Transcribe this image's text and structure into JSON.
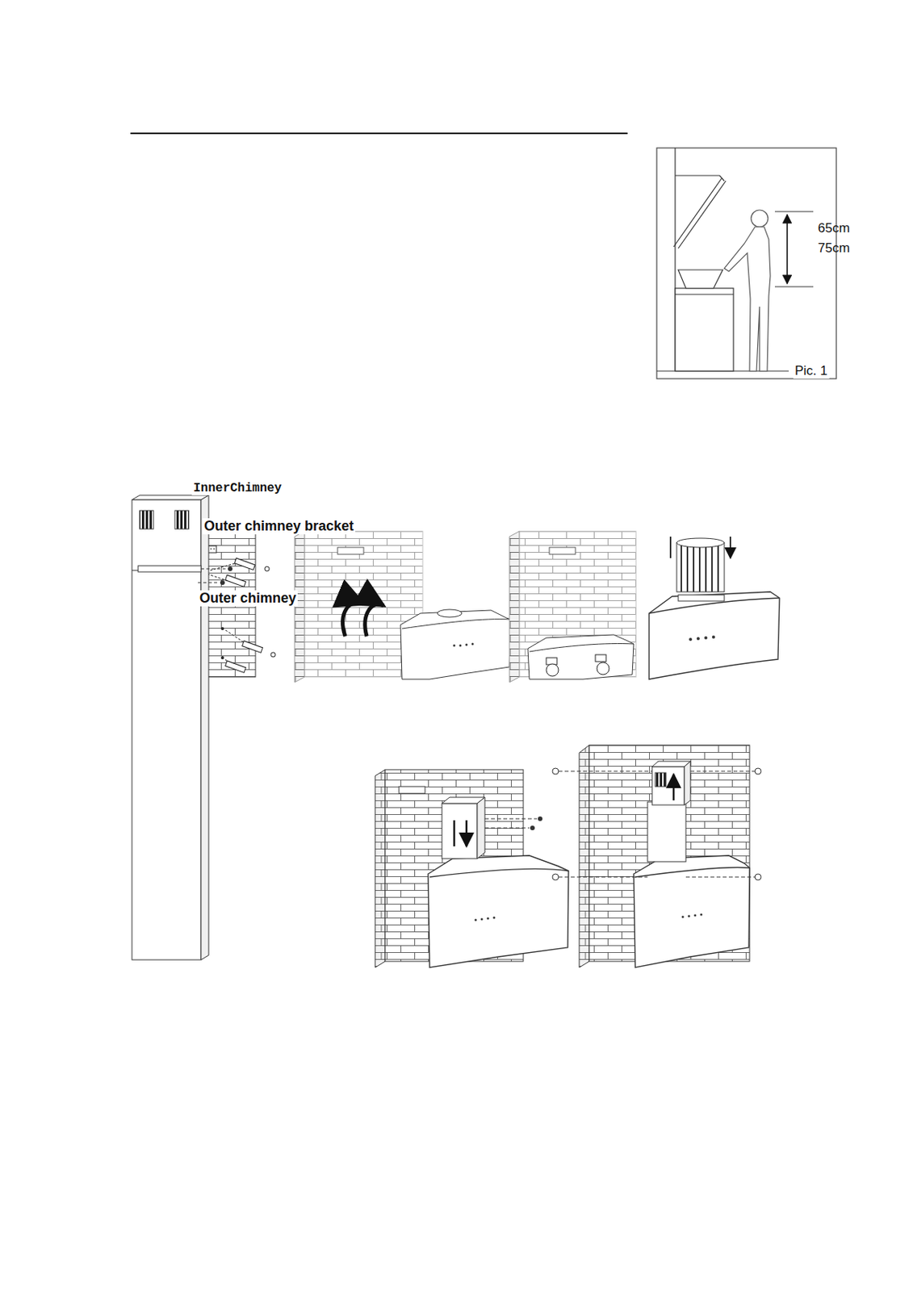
{
  "diagram": {
    "labels": [
      "65cm",
      "75cm",
      "Pic. 1",
      "InnerChimney",
      "Outer chimney bracket",
      "Outer chimney"
    ]
  }
}
